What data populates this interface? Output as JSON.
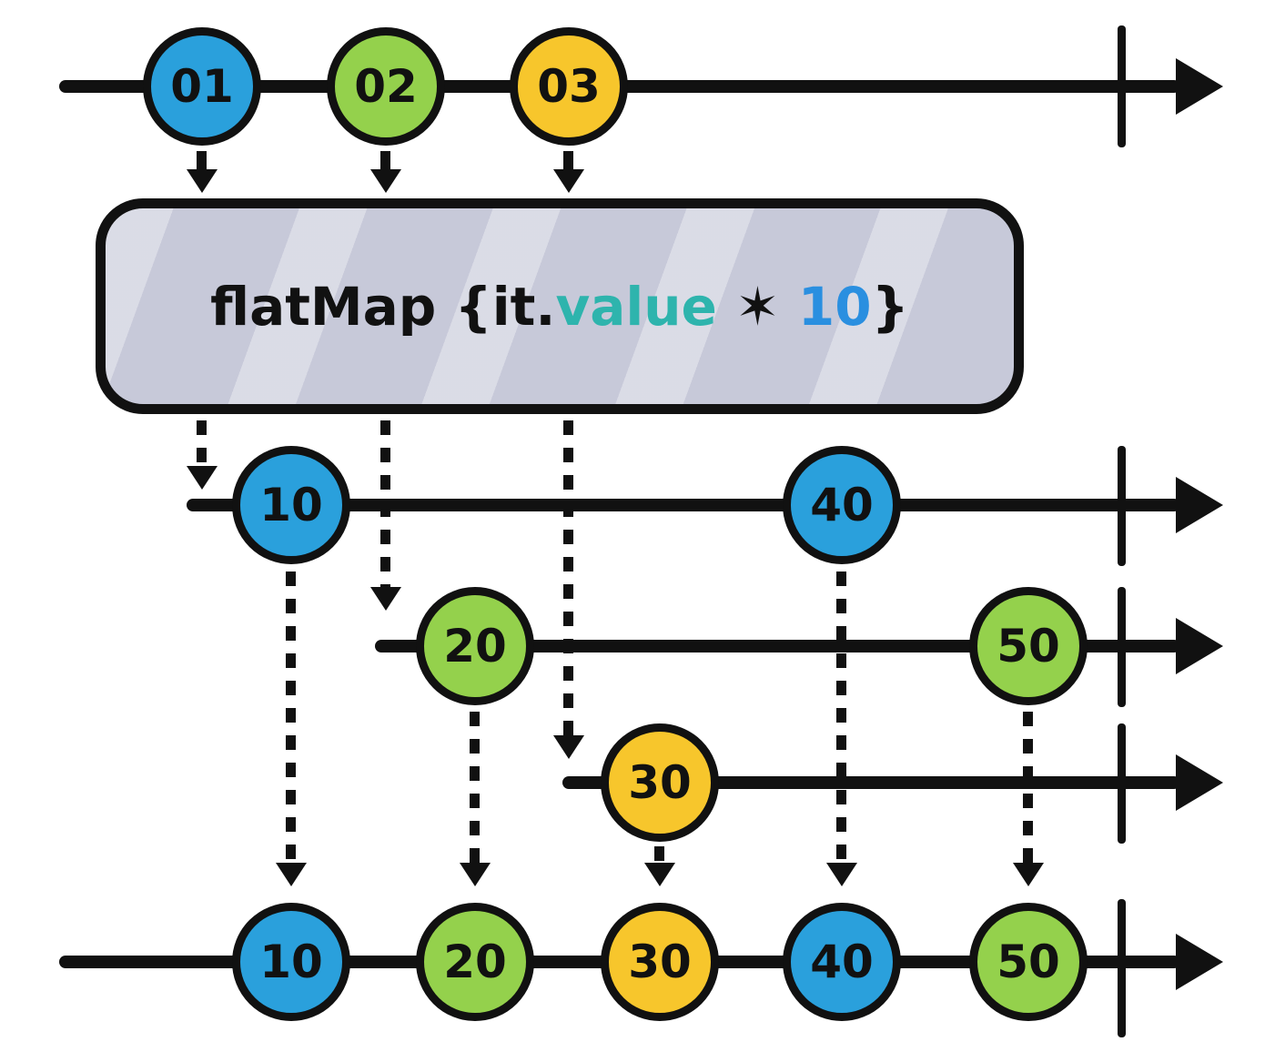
{
  "operator": {
    "part_flatmap": "flatMap {it.",
    "part_value": "value",
    "part_star": " ✶ ",
    "part_ten": "10",
    "part_close": "}"
  },
  "colors": {
    "stroke": "#111111",
    "blue": "#2aa0dc",
    "green": "#94d14c",
    "yellow": "#f7c62c",
    "teal_text": "#2eb4ad",
    "blue_text": "#2a8fe0",
    "box_fill": "#c7c9d9"
  },
  "source_stream": {
    "marbles": [
      {
        "label": "01",
        "color": "#2aa0dc"
      },
      {
        "label": "02",
        "color": "#94d14c"
      },
      {
        "label": "03",
        "color": "#f7c62c"
      }
    ]
  },
  "inner_streams": [
    {
      "marbles": [
        {
          "label": "10",
          "color": "#2aa0dc"
        },
        {
          "label": "40",
          "color": "#2aa0dc"
        }
      ]
    },
    {
      "marbles": [
        {
          "label": "20",
          "color": "#94d14c"
        },
        {
          "label": "50",
          "color": "#94d14c"
        }
      ]
    },
    {
      "marbles": [
        {
          "label": "30",
          "color": "#f7c62c"
        }
      ]
    }
  ],
  "output_stream": {
    "marbles": [
      {
        "label": "10",
        "color": "#2aa0dc"
      },
      {
        "label": "20",
        "color": "#94d14c"
      },
      {
        "label": "30",
        "color": "#f7c62c"
      },
      {
        "label": "40",
        "color": "#2aa0dc"
      },
      {
        "label": "50",
        "color": "#94d14c"
      }
    ]
  }
}
